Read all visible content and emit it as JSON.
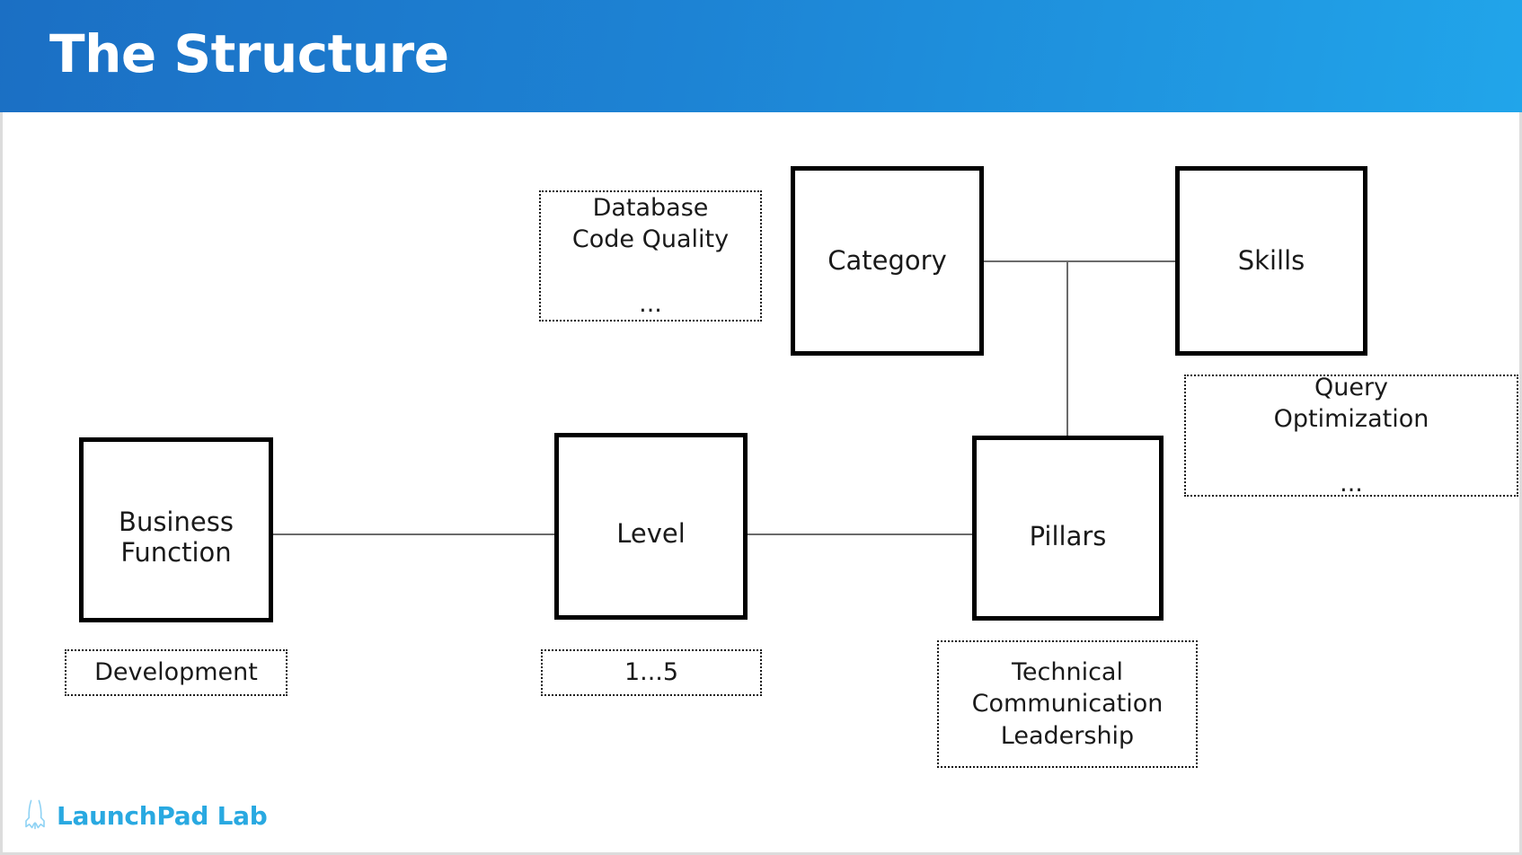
{
  "header": {
    "title": "The Structure",
    "gradient_from": "#1b6fc4",
    "gradient_to": "#21a5ea",
    "title_color": "#ffffff"
  },
  "diagram": {
    "type": "entity-relationship",
    "entities": [
      {
        "id": "category",
        "label": "Category"
      },
      {
        "id": "skills",
        "label": "Skills"
      },
      {
        "id": "business-function",
        "label": "Business\nFunction"
      },
      {
        "id": "level",
        "label": "Level"
      },
      {
        "id": "pillars",
        "label": "Pillars"
      }
    ],
    "notes": [
      {
        "id": "category-examples",
        "label": "Database\nCode Quality\n\n..."
      },
      {
        "id": "skills-examples",
        "label": "Query\nOptimization\n\n..."
      },
      {
        "id": "business-function-examples",
        "label": "Development"
      },
      {
        "id": "level-examples",
        "label": "1...5"
      },
      {
        "id": "pillars-examples",
        "label": "Technical\nCommunication\nLeadership"
      }
    ],
    "connections": [
      {
        "from": "business-function",
        "to": "level"
      },
      {
        "from": "level",
        "to": "pillars"
      },
      {
        "from": "category",
        "to": "skills"
      },
      {
        "from": "category-skills-midpoint",
        "to": "pillars"
      }
    ],
    "box_border_color": "#000000",
    "note_border_color": "#1a1a1a",
    "connector_color": "#6b6b6b"
  },
  "logo": {
    "text": "LaunchPad Lab",
    "icon": "rocket-icon",
    "color": "#29a9e1"
  }
}
